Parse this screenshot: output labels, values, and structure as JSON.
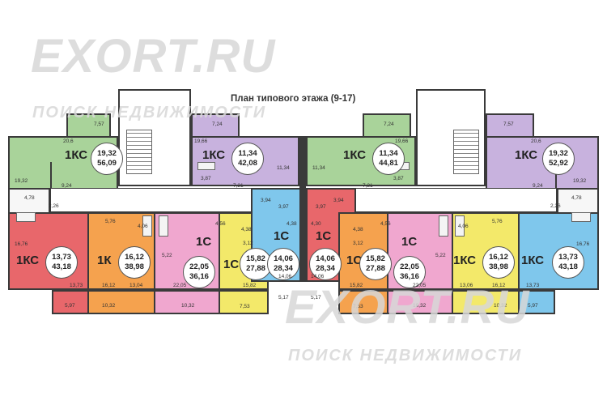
{
  "title": "План типового этажа (9-17)",
  "watermark": {
    "brand": "EXORT.RU",
    "slogan": "ПОИСК НЕДВИЖИМОСТИ"
  },
  "colors": {
    "green": "#a9d39a",
    "lilac": "#c8b2de",
    "red": "#e8676b",
    "orange": "#f5a24e",
    "pink": "#f0a7cf",
    "yellow": "#f3e96a",
    "blue": "#7fc7ec",
    "wall": "#3a3a3a"
  },
  "apartments": [
    {
      "type": "1КС",
      "area_living": "19,32",
      "area_total": "56,09",
      "color": "green"
    },
    {
      "type": "1КС",
      "area_living": "11,34",
      "area_total": "42,08",
      "color": "lilac"
    },
    {
      "type": "1КС",
      "area_living": "11,34",
      "area_total": "44,81",
      "color": "green"
    },
    {
      "type": "1КС",
      "area_living": "19,32",
      "area_total": "52,92",
      "color": "lilac"
    },
    {
      "type": "1КС",
      "area_living": "13,73",
      "area_total": "43,18",
      "color": "red"
    },
    {
      "type": "1К",
      "area_living": "16,12",
      "area_total": "38,98",
      "color": "orange"
    },
    {
      "type": "1С",
      "area_living": "22,05",
      "area_total": "36,16",
      "color": "pink"
    },
    {
      "type": "1С",
      "area_living": "15,82",
      "area_total": "27,88",
      "color": "yellow"
    },
    {
      "type": "1С",
      "area_living": "14,06",
      "area_total": "28,34",
      "color": "blue"
    },
    {
      "type": "1С",
      "area_living": "14,06",
      "area_total": "28,34",
      "color": "red"
    },
    {
      "type": "1С",
      "area_living": "15,82",
      "area_total": "27,88",
      "color": "orange"
    },
    {
      "type": "1С",
      "area_living": "22,05",
      "area_total": "36,16",
      "color": "pink"
    },
    {
      "type": "1КС",
      "area_living": "16,12",
      "area_total": "38,98",
      "color": "yellow"
    },
    {
      "type": "1КС",
      "area_living": "13,73",
      "area_total": "43,18",
      "color": "blue"
    }
  ],
  "room_labels": [
    "7,57",
    "20,6",
    "19,32",
    "9,24",
    "4,78",
    "2,26",
    "7,24",
    "19,66",
    "3,87",
    "7,21",
    "11,34",
    "7,24",
    "11,34",
    "19,66",
    "7,21",
    "3,87",
    "7,57",
    "20,6",
    "19,32",
    "9,24",
    "4,78",
    "2,26",
    "16,76",
    "13,73",
    "5,97",
    "5,76",
    "4,06",
    "5,22",
    "16,12",
    "13,04",
    "10,32",
    "22,05",
    "10,32",
    "4,56",
    "4,38",
    "3,12",
    "15,82",
    "7,53",
    "3,94",
    "3,97",
    "4,38",
    "14,06",
    "5,17",
    "3,97",
    "3,94",
    "4,30",
    "14,06",
    "5,17",
    "4,38",
    "4,56",
    "3,12",
    "15,82",
    "7,53",
    "22,05",
    "10,32",
    "4,06",
    "5,22",
    "5,76",
    "13,06",
    "16,12",
    "10,32",
    "16,76",
    "13,73",
    "5,97"
  ]
}
